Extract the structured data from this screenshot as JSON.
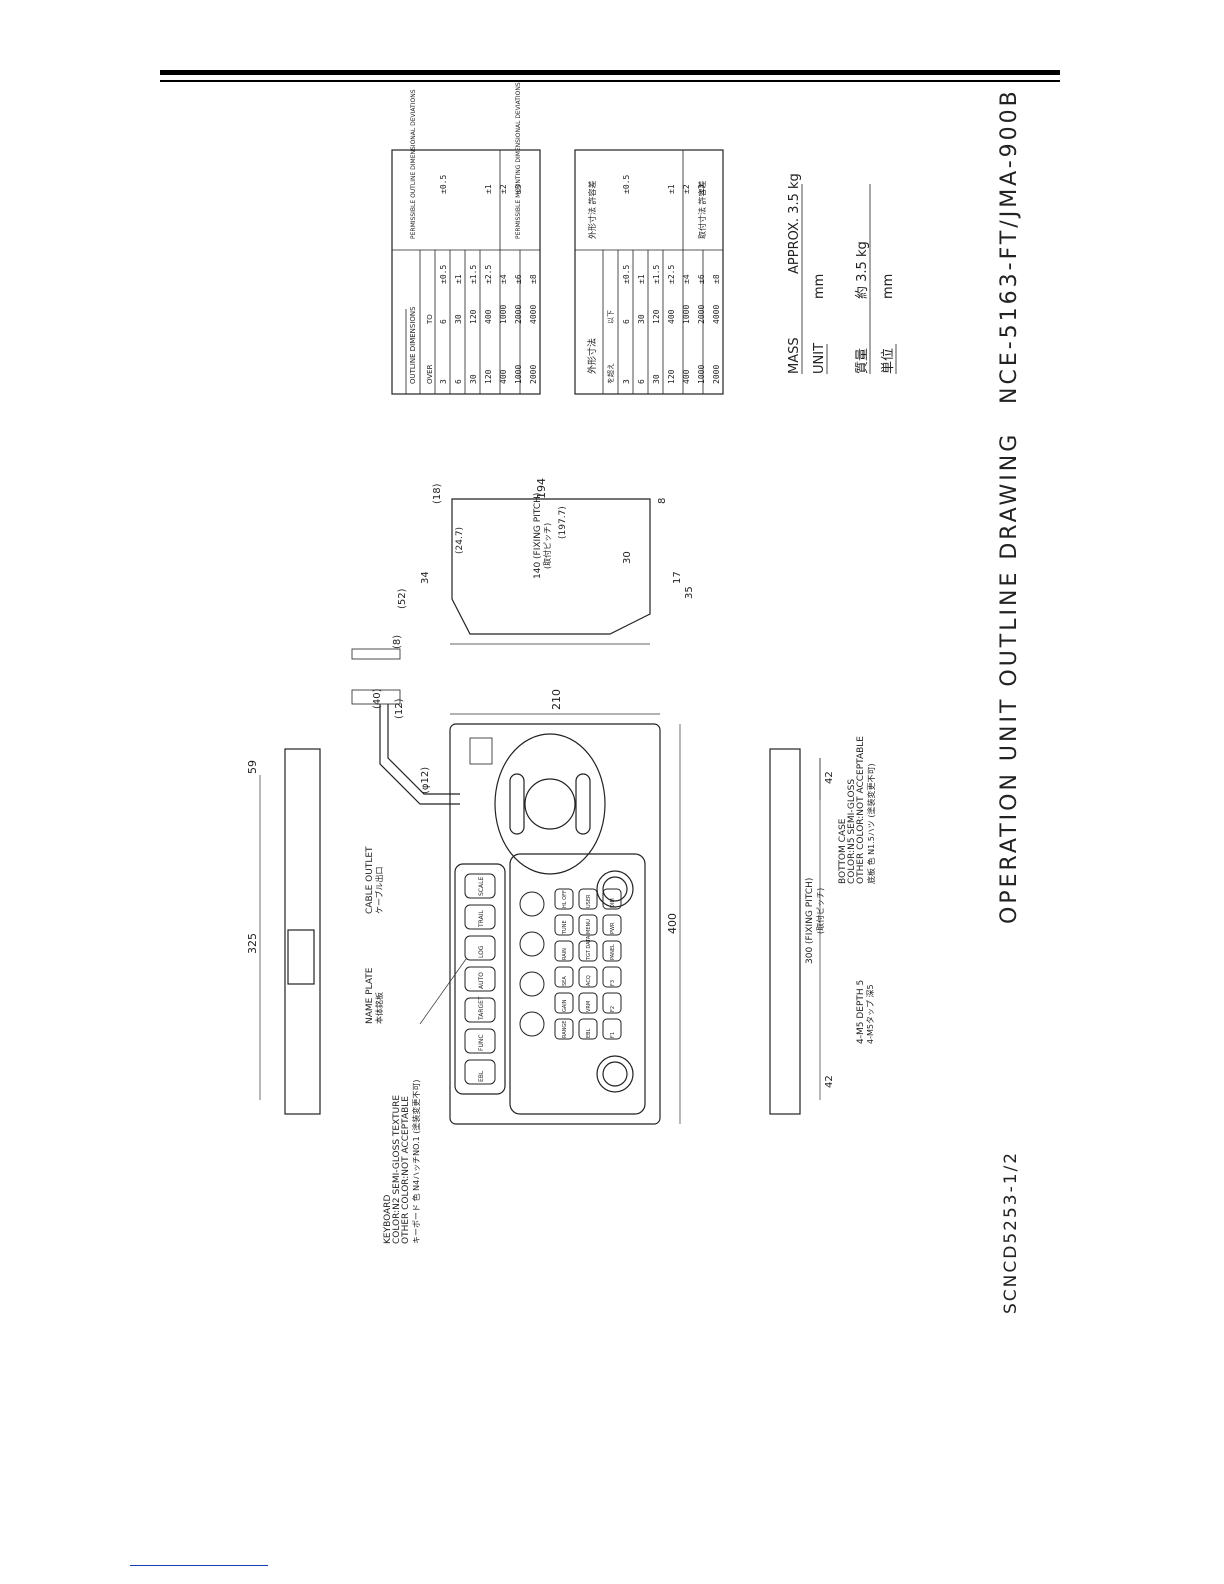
{
  "page": {
    "title": "OPERATION UNIT OUTLINE DRAWING",
    "model": "NCE-5163-FT/JMA-900B",
    "drawing_number": "SCNCD5253-1/2"
  },
  "mass_block": {
    "mass_label": "MASS",
    "mass_value": "APPROX. 3.5 kg",
    "unit_label": "UNIT",
    "unit_value": "mm",
    "mass_label_jp": "質量",
    "mass_value_jp": "約 3.5 kg",
    "unit_label_jp": "単位",
    "unit_value_jp": "mm"
  },
  "table_en": {
    "headers": [
      "OUTLINE DIMENSIONS",
      "PERMISSIBLE OUTLINE DIMENSIONAL DEVIATIONS",
      "PERMISSIBLE MOUNTING DIMENSIONAL DEVIATIONS"
    ],
    "sub_headers": [
      "OVER",
      "TO"
    ],
    "rows": [
      [
        "3",
        "6",
        "±0.5",
        "±0.5"
      ],
      [
        "6",
        "30",
        "±1",
        ""
      ],
      [
        "30",
        "120",
        "±1.5",
        ""
      ],
      [
        "120",
        "400",
        "±2.5",
        "±1"
      ],
      [
        "400",
        "1000",
        "±4",
        "±2"
      ],
      [
        "1000",
        "2000",
        "±6",
        "±3"
      ],
      [
        "2000",
        "4000",
        "±8",
        ""
      ]
    ]
  },
  "table_jp": {
    "headers": [
      "外形寸法",
      "外形寸法 許容差",
      "取付寸法 許容差"
    ],
    "sub_headers": [
      "を超え",
      "以下"
    ],
    "rows": [
      [
        "3",
        "6",
        "±0.5",
        "±0.5"
      ],
      [
        "6",
        "30",
        "±1",
        ""
      ],
      [
        "30",
        "120",
        "±1.5",
        ""
      ],
      [
        "120",
        "400",
        "±2.5",
        "±1"
      ],
      [
        "400",
        "1000",
        "±4",
        "±2"
      ],
      [
        "1000",
        "2000",
        "±6",
        "±3"
      ],
      [
        "2000",
        "4000",
        "±8",
        ""
      ]
    ]
  },
  "dimensions": {
    "d400": "400",
    "d325": "325",
    "d210": "210",
    "d194": "194",
    "d59": "59",
    "d42a": "42",
    "d42b": "42",
    "d300": "300 (FIXING PITCH)",
    "d300_jp": "(取付ピッチ)",
    "d140": "140 (FIXING PITCH)",
    "d140_jp": "(取付ピッチ)",
    "d197": "(197.7)",
    "d24": "(24.7)",
    "d52": "(52)",
    "d34": "34",
    "d35": "35",
    "d17": "17",
    "d30": "30",
    "d8a": "(8)",
    "d8b": "8",
    "d18": "(18)",
    "d40": "(40)",
    "d12": "(12)",
    "d_phi12": "(φ12)"
  },
  "annotations": {
    "keyboard": [
      "KEYBOARD",
      "COLOR:N2 SEMI-GLOSS TEXTURE",
      "OTHER COLOR:NOT ACCEPTABLE",
      "キーボード 色 N4ハッチNO.1 (塗装変更不可)"
    ],
    "bottom_case": [
      "BOTTOM CASE",
      "COLOR:N5 SEMI-GLOSS",
      "OTHER COLOR:NOT ACCEPTABLE",
      "底板 色 N1.5ハツ (塗装変更不可)"
    ],
    "cable_outlet": [
      "CABLE OUTLET",
      "ケーブル出口"
    ],
    "name_plate": [
      "NAME PLATE",
      "本体銘板"
    ],
    "m5_depth": [
      "4-M5 DEPTH 5",
      "4-M5タップ 深5"
    ]
  },
  "keys": {
    "left_panel": [
      "EBL",
      "FUNC",
      "TARGET",
      "AUTO",
      "LOG",
      "TRAIL",
      "SCALE"
    ],
    "controls": [
      "RANGE",
      "GAIN",
      "SEA",
      "RAIN",
      "TUNE",
      "HL OFF",
      "EBL",
      "VRM",
      "ACQ",
      "TGT DATA",
      "MENU",
      "USER",
      "F1",
      "F2",
      "F3",
      "PANEL",
      "PWR",
      "DIM"
    ]
  }
}
